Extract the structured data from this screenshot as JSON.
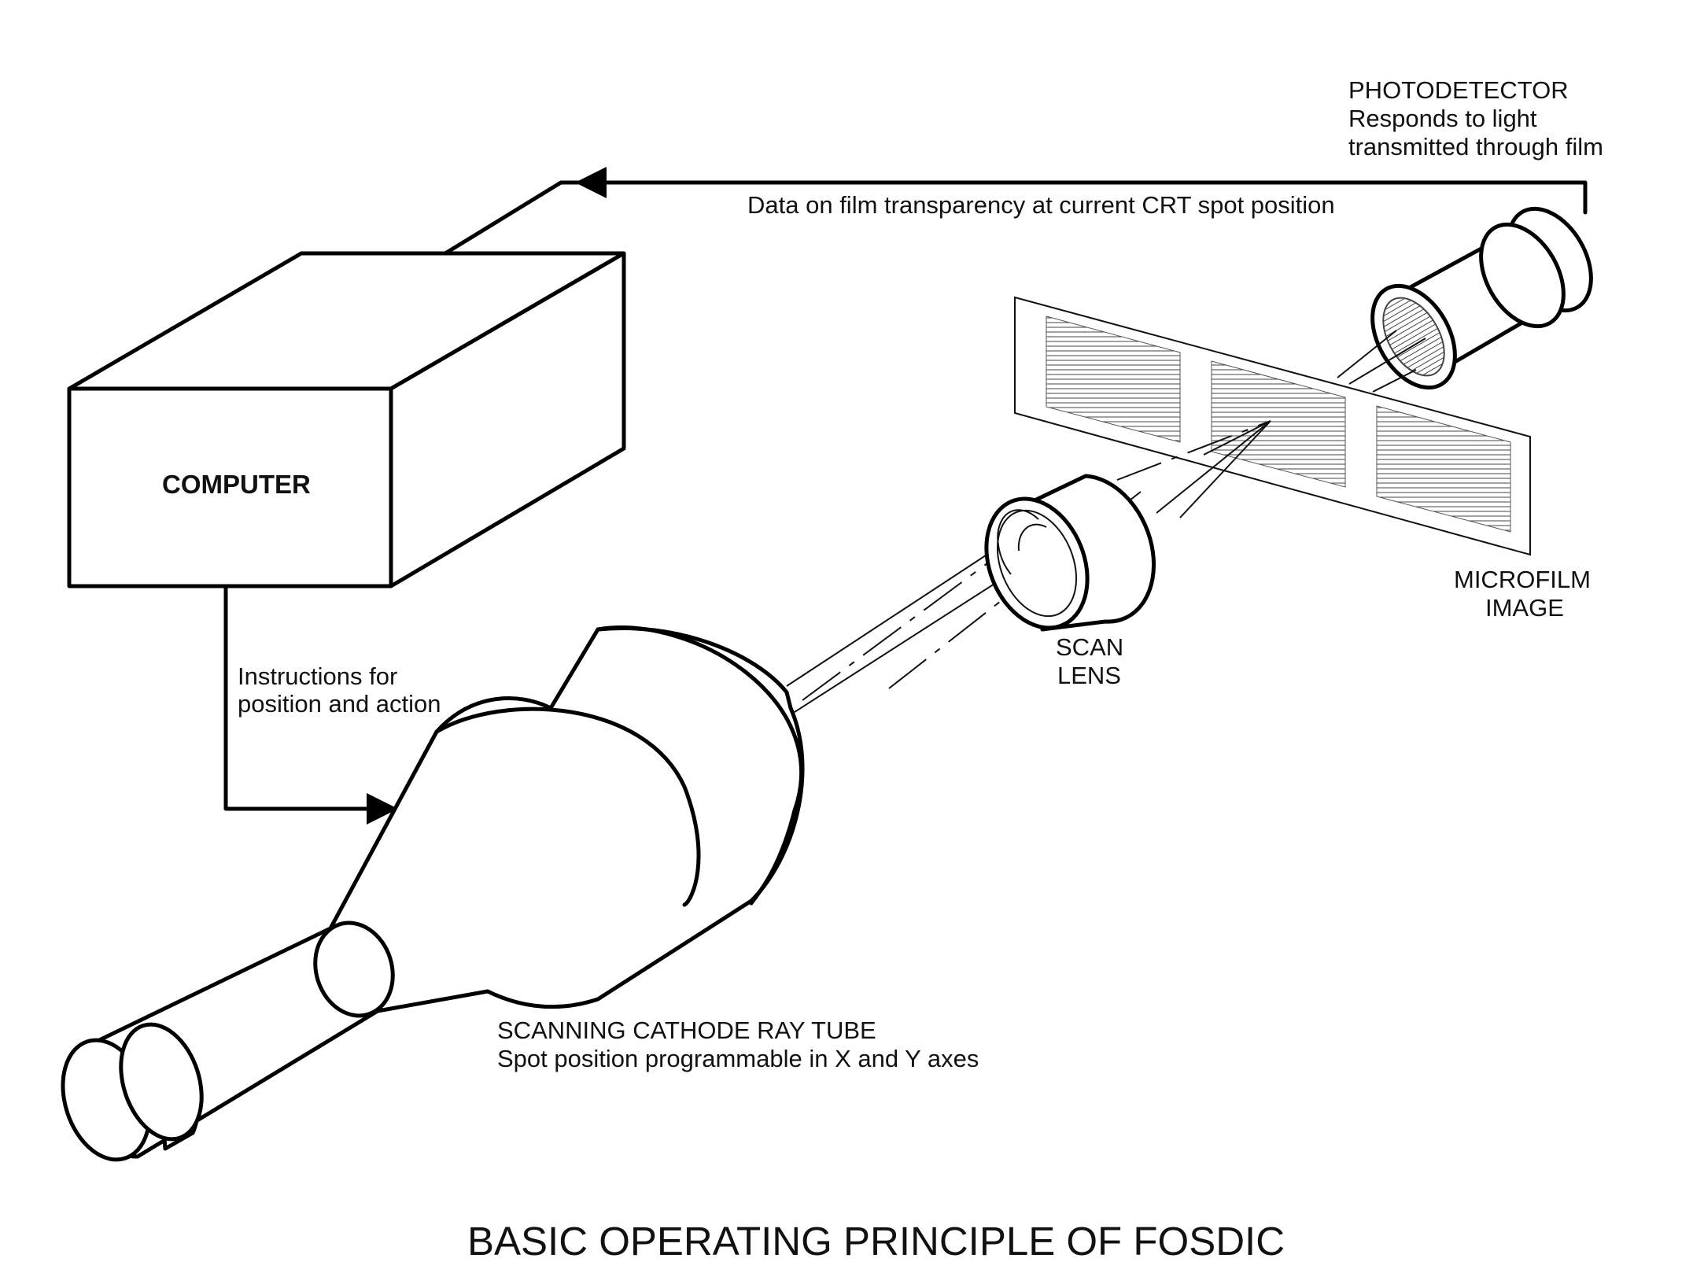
{
  "labels": {
    "photodetector_title": "PHOTODETECTOR",
    "photodetector_line1": "Responds to light",
    "photodetector_line2": "transmitted through film",
    "data_flow": "Data on film transparency at current CRT spot position",
    "computer": "COMPUTER",
    "instructions_line1": "Instructions for",
    "instructions_line2": "position and action",
    "scan_lens_line1": "SCAN",
    "scan_lens_line2": "LENS",
    "microfilm_line1": "MICROFILM",
    "microfilm_line2": "IMAGE",
    "crt_title": "SCANNING CATHODE RAY TUBE",
    "crt_line1": "Spot position programmable in X and Y axes",
    "diagram_title": "BASIC OPERATING PRINCIPLE OF FOSDIC"
  },
  "icons": {
    "computer": "box-3d",
    "crt": "cathode-ray-tube",
    "lens": "lens-cylinder",
    "film": "microfilm-strip",
    "detector": "photodetector-cylinder"
  },
  "colors": {
    "ink": "#000000",
    "background": "#ffffff"
  }
}
